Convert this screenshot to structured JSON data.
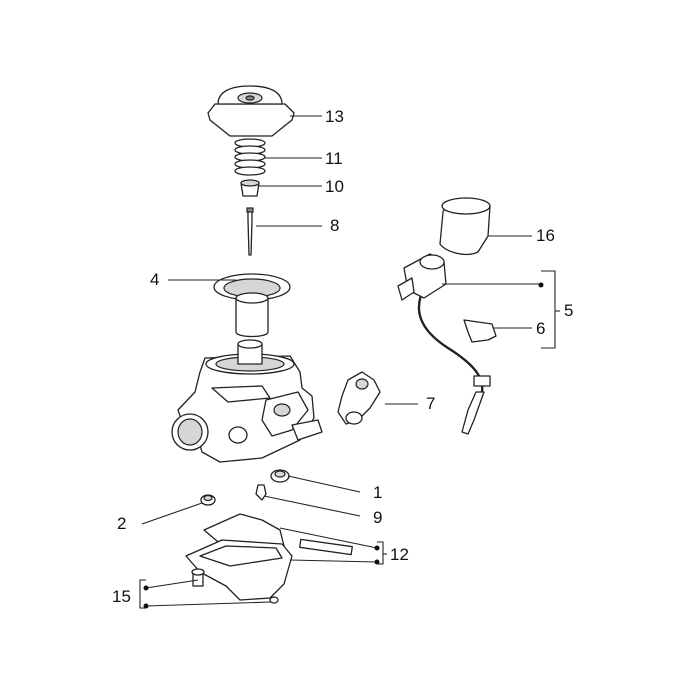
{
  "callouts": {
    "c1": "1",
    "c2": "2",
    "c4": "4",
    "c5": "5",
    "c6": "6",
    "c7": "7",
    "c8": "8",
    "c9": "9",
    "c10": "10",
    "c11": "11",
    "c12": "12",
    "c13": "13",
    "c15": "15",
    "c16": "16"
  }
}
